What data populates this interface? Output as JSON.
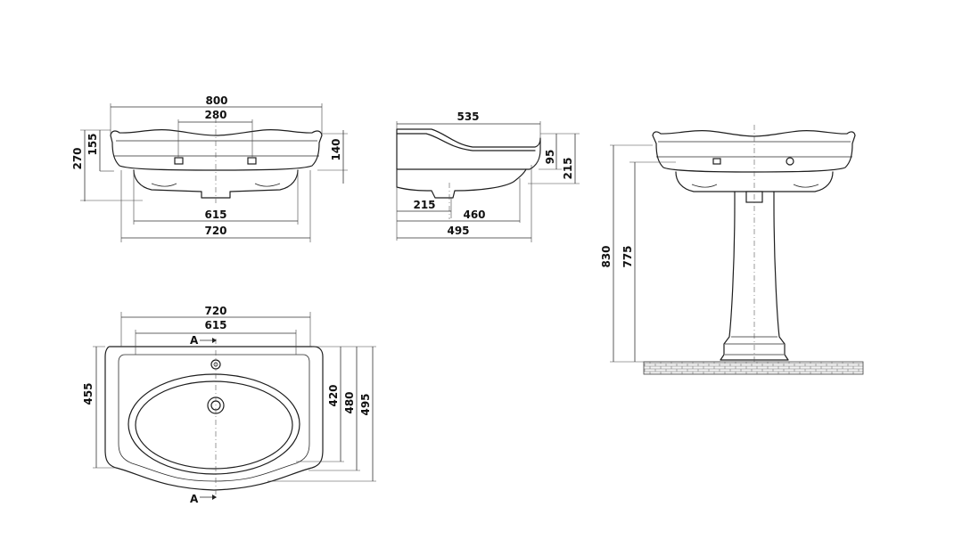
{
  "front_view": {
    "width_800": "800",
    "tap_spacing_280": "280",
    "height_270": "270",
    "height_155": "155",
    "height_140": "140",
    "width_615": "615",
    "width_720": "720"
  },
  "side_view": {
    "depth_535": "535",
    "height_95": "95",
    "height_215": "215",
    "offset_215": "215",
    "depth_460": "460",
    "depth_495": "495"
  },
  "pedestal_view": {
    "height_830": "830",
    "height_775": "775"
  },
  "plan_view": {
    "width_720": "720",
    "width_615": "615",
    "section_mark_top": "A",
    "section_mark_bottom": "A",
    "depth_455": "455",
    "depth_420": "420",
    "depth_480": "480",
    "depth_495": "495"
  }
}
